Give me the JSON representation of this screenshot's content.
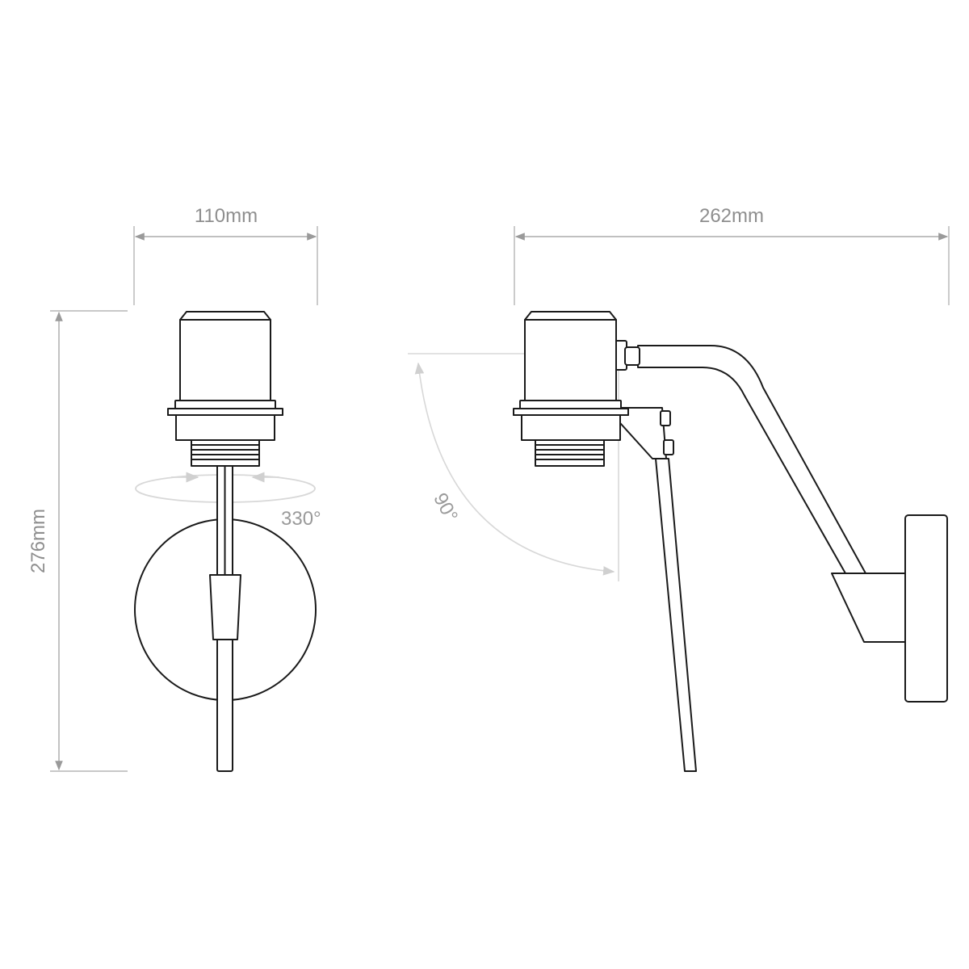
{
  "dimensions": {
    "front_width": "110mm",
    "side_depth": "262mm",
    "height": "276mm"
  },
  "angles": {
    "rotation": "330°",
    "tilt": "90°"
  },
  "colors": {
    "line": "#1a1a1a",
    "dimension": "#9a9a9a",
    "guide": "#d8d8d8",
    "background": "#ffffff"
  }
}
